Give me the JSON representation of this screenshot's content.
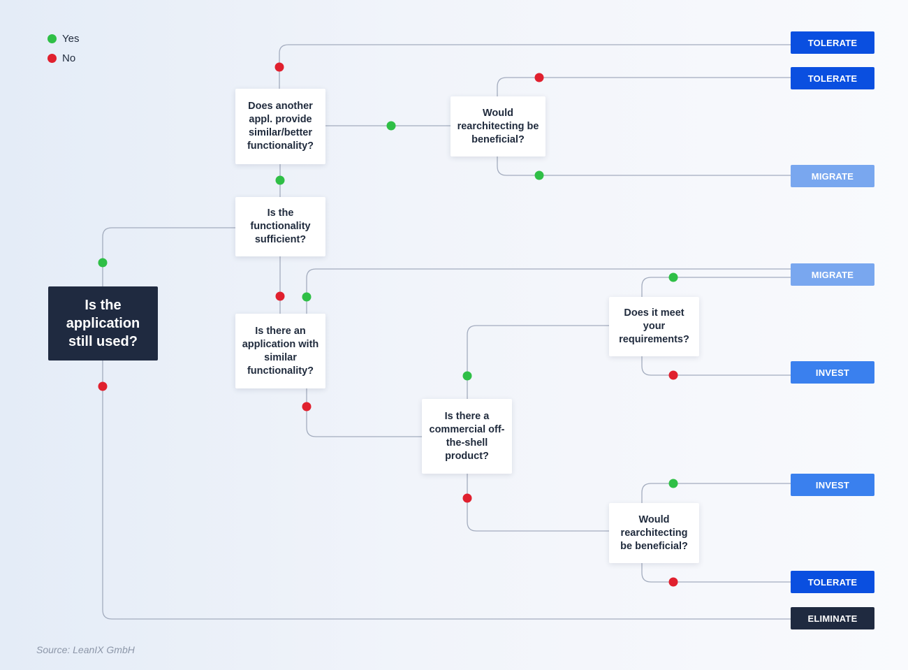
{
  "legend": {
    "yes": {
      "label": "Yes",
      "color": "#2fbf46"
    },
    "no": {
      "label": "No",
      "color": "#e0202e"
    }
  },
  "colors": {
    "line": "#a3acbe",
    "tolerate": "#0a4fe0",
    "migrate": "#79a7ef",
    "invest": "#3a80ee",
    "eliminate": "#1f2a40",
    "root_box": "#1f2a40"
  },
  "questions": {
    "root": "Is the application still used?",
    "q_sufficient": "Is the functionality sufficient?",
    "q_another": "Does another appl. provide similar/better functionality?",
    "q_rearch_top": "Would rearchitecting be beneficial?",
    "q_similar_app": "Is there an application with similar functionality?",
    "q_cots": "Is there a commercial off-the-shell product?",
    "q_requirements": "Does it meet your requirements?",
    "q_rearch_bottom": "Would rearchitecting be beneficial?"
  },
  "outcomes": [
    {
      "id": "o1",
      "label": "TOLERATE",
      "kind": "tolerate"
    },
    {
      "id": "o2",
      "label": "TOLERATE",
      "kind": "tolerate"
    },
    {
      "id": "o3",
      "label": "MIGRATE",
      "kind": "migrate"
    },
    {
      "id": "o4",
      "label": "MIGRATE",
      "kind": "migrate"
    },
    {
      "id": "o5",
      "label": "INVEST",
      "kind": "invest"
    },
    {
      "id": "o6",
      "label": "INVEST",
      "kind": "invest"
    },
    {
      "id": "o7",
      "label": "TOLERATE",
      "kind": "tolerate"
    },
    {
      "id": "o8",
      "label": "ELIMINATE",
      "kind": "eliminate"
    }
  ],
  "source": "Source: LeanIX GmbH"
}
